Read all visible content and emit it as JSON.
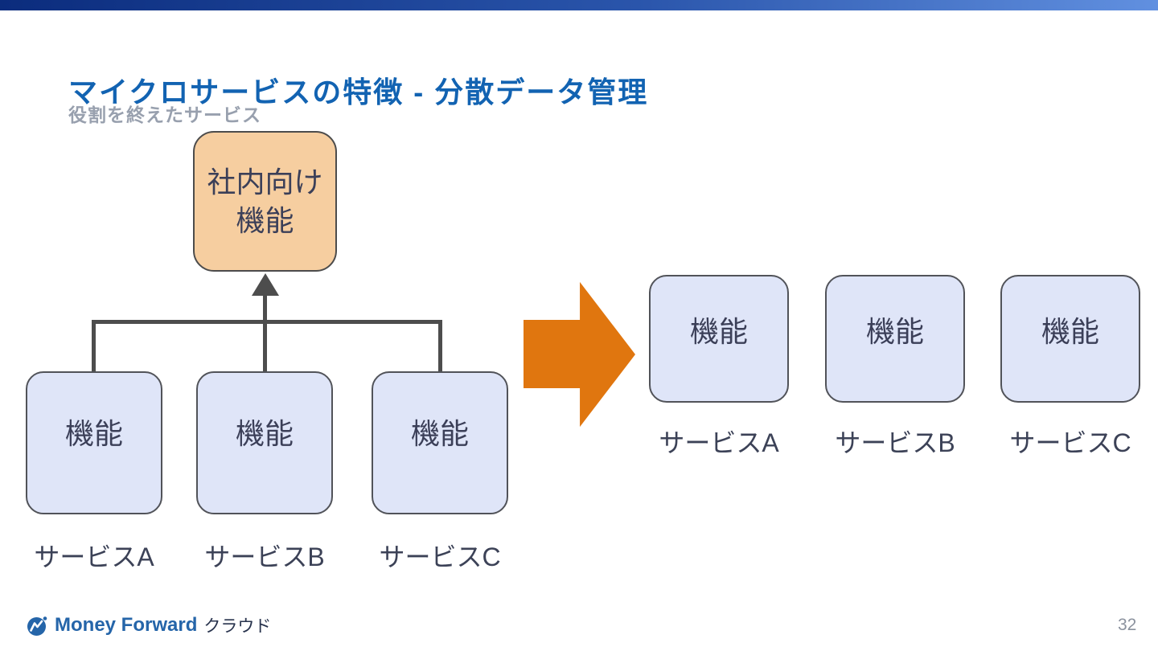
{
  "slide": {
    "title": "マイクロサービスの特徴 - 分散データ管理",
    "page_number": "32"
  },
  "diagram": {
    "caption": "役割を終えたサービス",
    "before": {
      "top_box": {
        "line1": "社内向け",
        "line2": "機能"
      },
      "services": [
        {
          "feature": "機能",
          "name": "サービスA"
        },
        {
          "feature": "機能",
          "name": "サービスB"
        },
        {
          "feature": "機能",
          "name": "サービスC"
        }
      ]
    },
    "after": {
      "services": [
        {
          "feature": "機能",
          "name": "サービスA"
        },
        {
          "feature": "機能",
          "name": "サービスB"
        },
        {
          "feature": "機能",
          "name": "サービスC"
        }
      ]
    }
  },
  "footer": {
    "brand": "Money Forward",
    "brand_suffix": "クラウド"
  },
  "colors": {
    "top_bar_gradient_left": "#0b2c7d",
    "top_bar_gradient_right": "#6190e0",
    "title_blue": "#1263b2",
    "caption_gray": "#98a0ae",
    "deprecated_box_fill": "#f6cea0",
    "service_box_fill": "#dfe5f8",
    "box_border": "#515359",
    "box_text": "#3b3f58",
    "connector": "#4d4d4d",
    "transform_arrow_orange": "#e0760f",
    "logo_blue": "#2565a9",
    "page_number_gray": "#8b929e"
  }
}
